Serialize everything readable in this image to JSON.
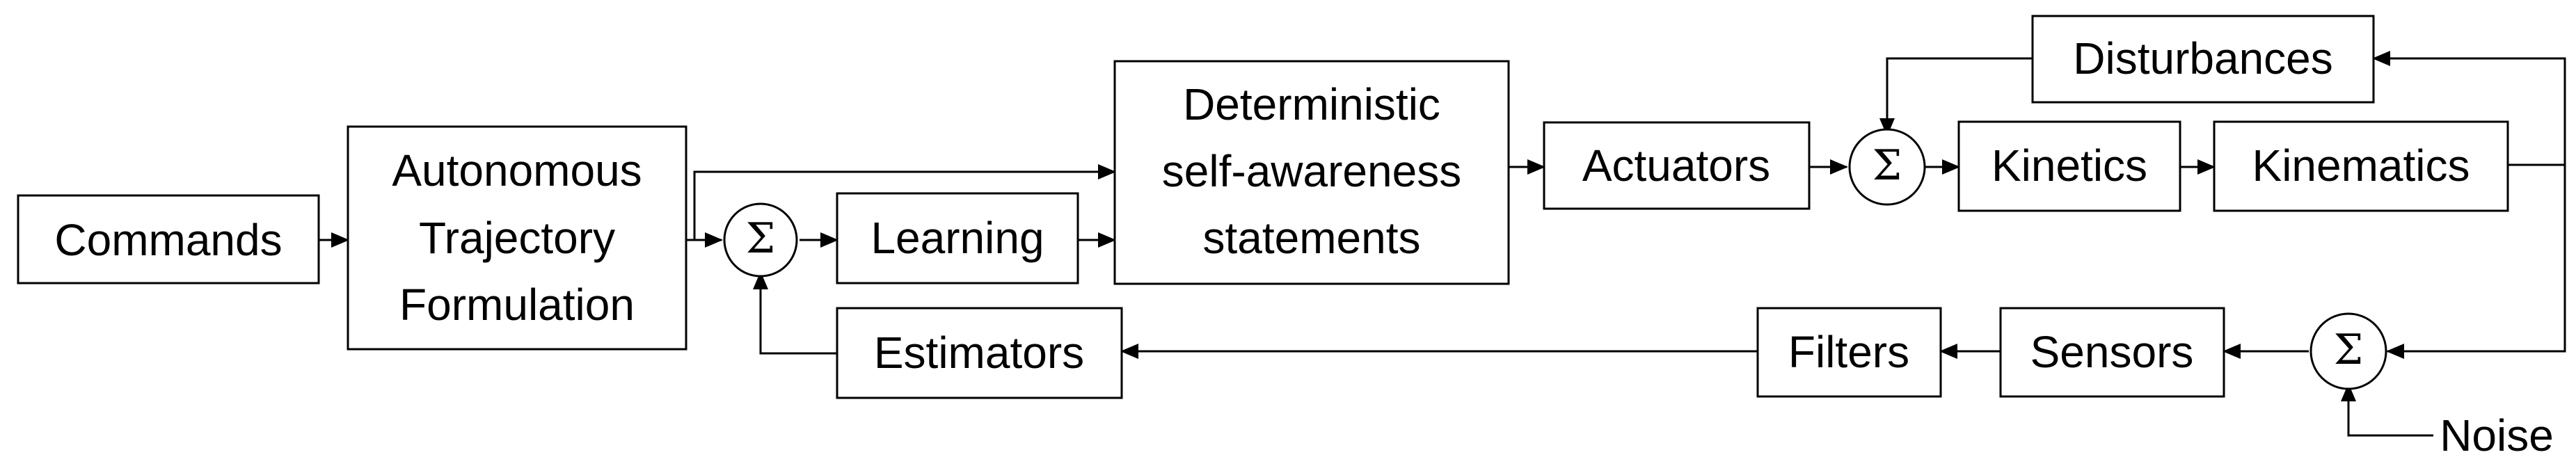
{
  "blocks": {
    "commands": "Commands",
    "trajectory": [
      "Autonomous",
      "Trajectory",
      "Formulation"
    ],
    "learning": "Learning",
    "estimators": "Estimators",
    "statements": [
      "Deterministic",
      "self-awareness",
      "statements"
    ],
    "actuators": "Actuators",
    "disturbances": "Disturbances",
    "kinetics": "Kinetics",
    "kinematics": "Kinematics",
    "filters": "Filters",
    "sensors": "Sensors"
  },
  "inputs": {
    "noise": "Noise"
  },
  "summing_symbol": "Σ"
}
